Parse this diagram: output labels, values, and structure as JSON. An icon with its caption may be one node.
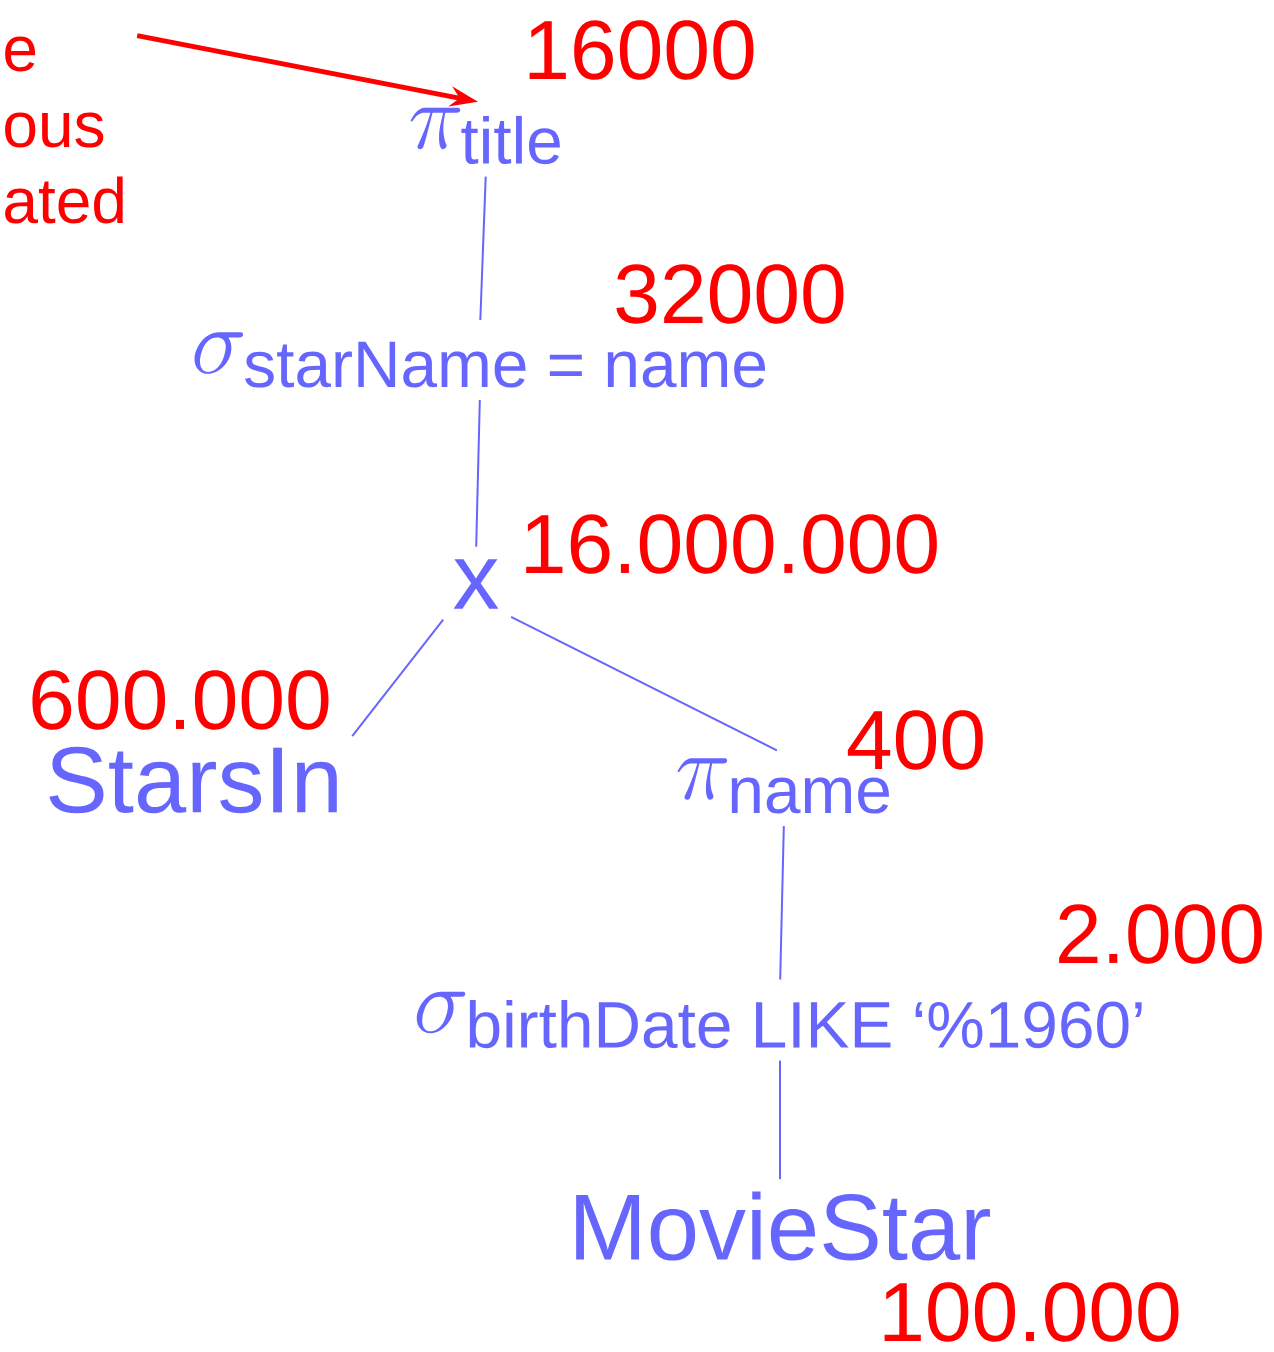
{
  "diagram": {
    "nodes": [
      {
        "text": [
          "e",
          "ous",
          "ated"
        ]
      },
      {
        "text": [
          "\\pi_{\\text{title}}"
        ],
        "beside": [
          "16000"
        ]
      },
      {
        "text": [
          "\\sigma_{\\text{starName = name}}"
        ],
        "beside": [
          "32000"
        ]
      },
      {
        "text": [
          "x"
        ],
        "beside": [
          "16.000.000"
        ]
      },
      {
        "text": [
          "StarsIn"
        ],
        "beside": [
          "600.000"
        ]
      },
      {
        "text": [
          "\\pi_{\\text{name}}"
        ],
        "beside": [
          "400"
        ]
      },
      {
        "text": [
          "\\sigma_{\\text{birthDate LIKE ‘\\%1960’}}"
        ],
        "beside": [
          "2.000"
        ]
      },
      {
        "text": [
          "MovieStar"
        ],
        "beside": [
          "100.000"
        ]
      }
    ],
    "edges": [
      {
        "from": 0,
        "to": 1,
        "arrow": "to",
        "color": "#ff0000",
        "style": "thick"
      },
      {
        "from": 1,
        "to": 2,
        "arrow": "none"
      },
      {
        "from": 2,
        "to": 3,
        "arrow": "none"
      },
      {
        "from": 3,
        "to": 4,
        "arrow": "none"
      },
      {
        "from": 3,
        "to": 5,
        "arrow": "none"
      },
      {
        "from": 5,
        "to": 6,
        "arrow": "none"
      },
      {
        "from": 6,
        "to": 7,
        "arrow": "none"
      }
    ]
  }
}
